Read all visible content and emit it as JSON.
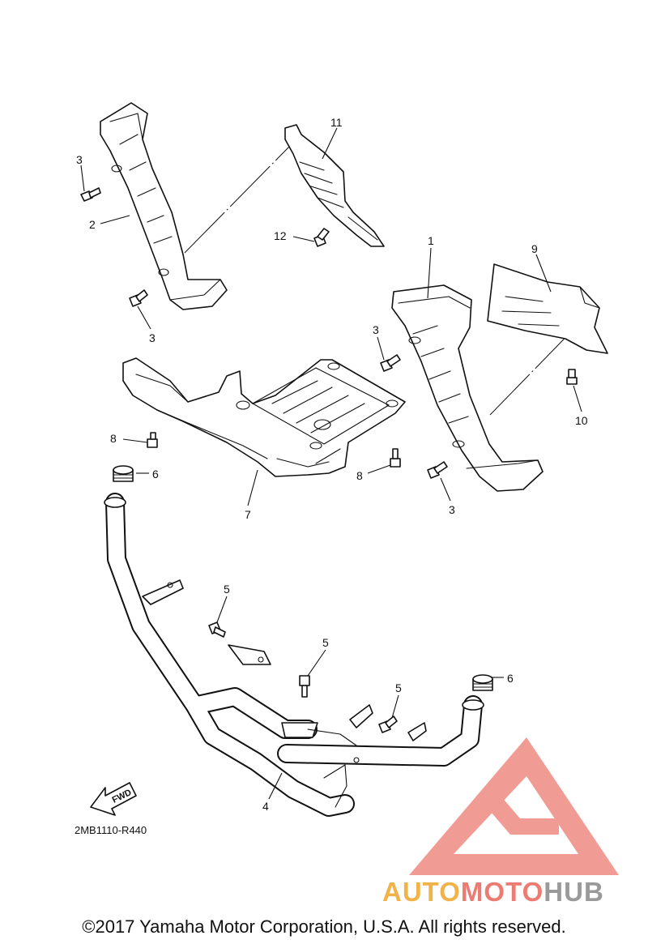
{
  "callouts": {
    "c1": "1",
    "c2": "2",
    "c3a": "3",
    "c3b": "3",
    "c3c": "3",
    "c3d": "3",
    "c4": "4",
    "c5a": "5",
    "c5b": "5",
    "c5c": "5",
    "c6a": "6",
    "c6b": "6",
    "c7": "7",
    "c8a": "8",
    "c8b": "8",
    "c9": "9",
    "c10": "10",
    "c11": "11",
    "c12": "12"
  },
  "diagram_code": "2MB1110-R440",
  "fwd_label": "FWD",
  "watermark": {
    "part1": "AUTO",
    "part2": "MOTO",
    "part3": "HUB",
    "color_orange": "#f2b24a",
    "color_red": "#ec7b72",
    "color_gray": "#9a9a9a"
  },
  "copyright": "©2017 Yamaha Motor Corporation, U.S.A. All rights reserved."
}
